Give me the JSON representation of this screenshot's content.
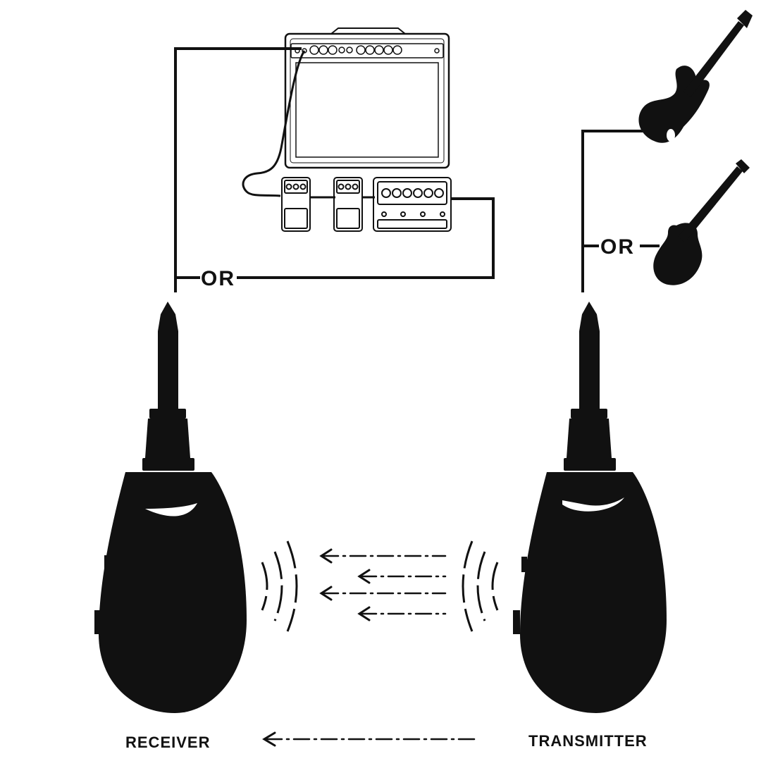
{
  "labels": {
    "or_left": "OR",
    "or_right": "OR",
    "receiver": "RECEIVER",
    "transmitter": "TRANSMITTER"
  },
  "colors": {
    "ink": "#111111",
    "background": "#ffffff"
  },
  "icons": {
    "amplifier": "guitar-amplifier-icon",
    "pedal_1": "effects-pedal-icon",
    "pedal_2": "effects-pedal-icon",
    "multi_effects": "multi-effects-unit-icon",
    "guitar_top": "electric-guitar-icon",
    "guitar_bottom": "electric-guitar-icon",
    "receiver": "wireless-receiver-icon",
    "transmitter": "wireless-transmitter-icon",
    "signal_arrows": "left-arrow-icon",
    "signal_waves": "radio-wave-icon"
  }
}
